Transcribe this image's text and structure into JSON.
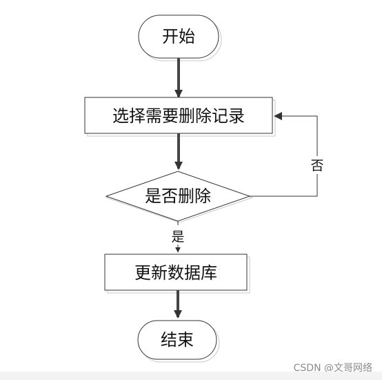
{
  "diagram": {
    "nodes": {
      "start": "开始",
      "select": "选择需要删除记录",
      "decision": "是否删除",
      "update": "更新数据库",
      "end": "结束"
    },
    "edges": {
      "yes": "是",
      "no": "否"
    }
  },
  "watermark": "CSDN @文哥网络"
}
